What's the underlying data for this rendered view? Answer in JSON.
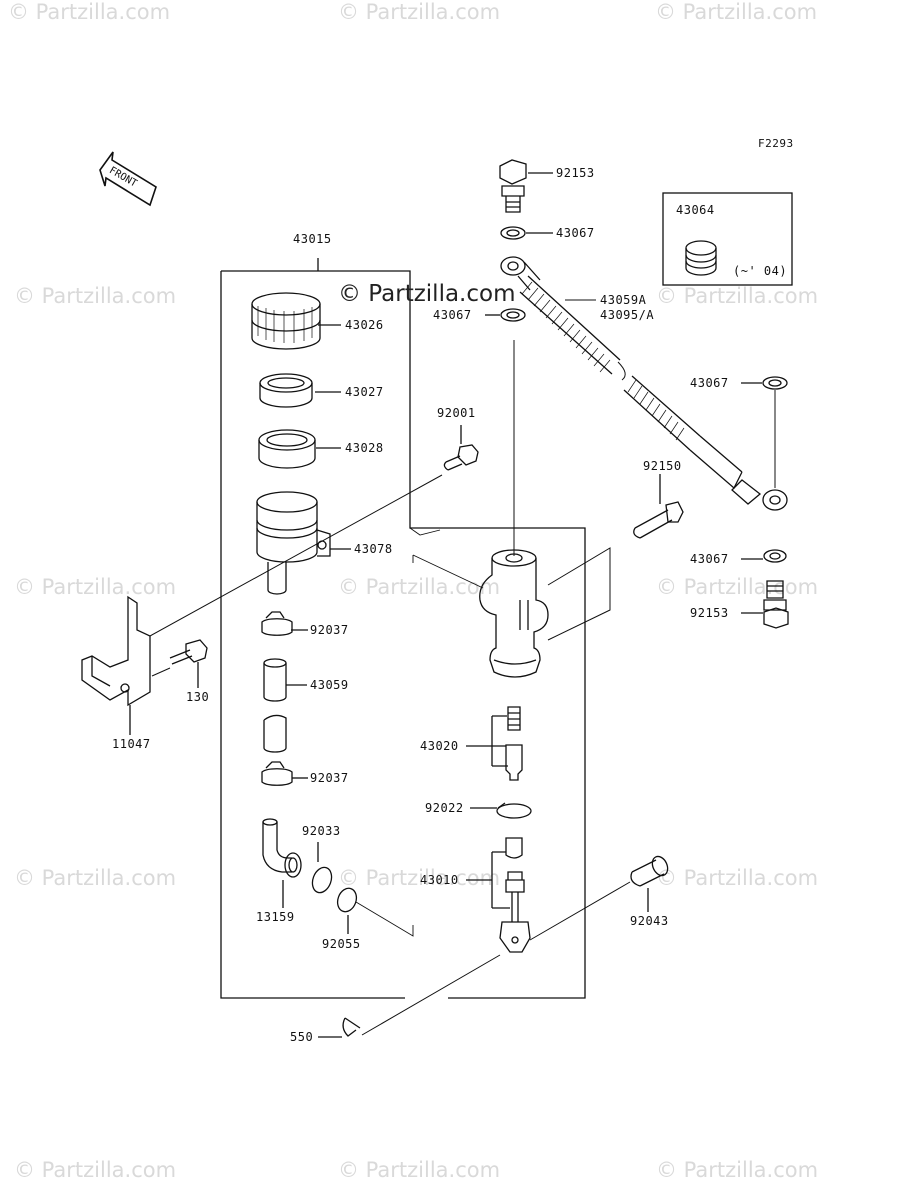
{
  "figure": {
    "id": "F2293",
    "front_label": "FRONT",
    "watermark": "© Partzilla.com",
    "inset": {
      "part": "43064",
      "note": "(~' 04)"
    }
  },
  "parts": [
    {
      "name": "part-92153-top",
      "code": "92153"
    },
    {
      "name": "part-43067-a",
      "code": "43067"
    },
    {
      "name": "part-43064",
      "code": "43064"
    },
    {
      "name": "part-43015",
      "code": "43015"
    },
    {
      "name": "part-43026",
      "code": "43026"
    },
    {
      "name": "part-43067-b",
      "code": "43067"
    },
    {
      "name": "part-43059a",
      "code": "43059A"
    },
    {
      "name": "part-43095a",
      "code": "43095/A"
    },
    {
      "name": "part-43027",
      "code": "43027"
    },
    {
      "name": "part-43067-c",
      "code": "43067"
    },
    {
      "name": "part-92001",
      "code": "92001"
    },
    {
      "name": "part-43028",
      "code": "43028"
    },
    {
      "name": "part-92150",
      "code": "92150"
    },
    {
      "name": "part-43078",
      "code": "43078"
    },
    {
      "name": "part-43067-d",
      "code": "43067"
    },
    {
      "name": "part-92153-bottom",
      "code": "92153"
    },
    {
      "name": "part-92037-a",
      "code": "92037"
    },
    {
      "name": "part-43059",
      "code": "43059"
    },
    {
      "name": "part-130",
      "code": "130"
    },
    {
      "name": "part-11047",
      "code": "11047"
    },
    {
      "name": "part-43020",
      "code": "43020"
    },
    {
      "name": "part-92037-b",
      "code": "92037"
    },
    {
      "name": "part-92022",
      "code": "92022"
    },
    {
      "name": "part-92033",
      "code": "92033"
    },
    {
      "name": "part-43010",
      "code": "43010"
    },
    {
      "name": "part-92043",
      "code": "92043"
    },
    {
      "name": "part-13159",
      "code": "13159"
    },
    {
      "name": "part-92055",
      "code": "92055"
    },
    {
      "name": "part-550",
      "code": "550"
    }
  ]
}
